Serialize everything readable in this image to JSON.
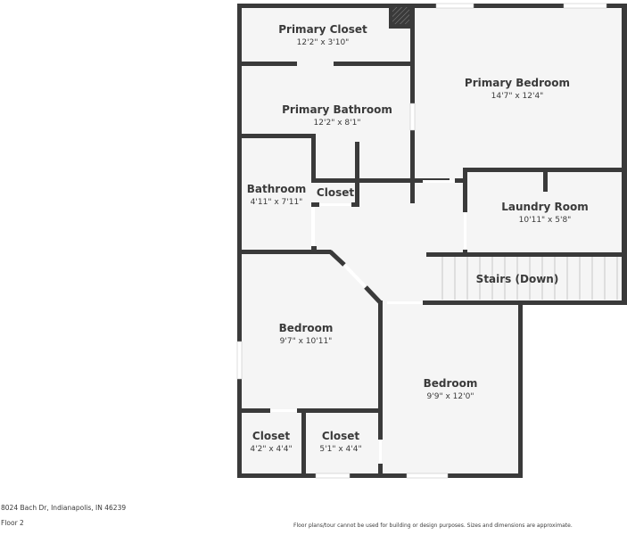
{
  "floorplan": {
    "colors": {
      "wall": "#3a3a3a",
      "floor": "#f5f5f5",
      "window": "#ffffff",
      "stair_line": "#c8c8c8"
    },
    "rooms": [
      {
        "name": "Primary Closet",
        "dims": "12'2\" x 3'10\""
      },
      {
        "name": "Primary Bedroom",
        "dims": "14'7\" x 12'4\""
      },
      {
        "name": "Primary Bathroom",
        "dims": "12'2\" x 8'1\""
      },
      {
        "name": "Bathroom",
        "dims": "4'11\" x 7'11\""
      },
      {
        "name": "Closet",
        "dims": ""
      },
      {
        "name": "Laundry Room",
        "dims": "10'11\" x 5'8\""
      },
      {
        "name": "Stairs (Down)",
        "dims": ""
      },
      {
        "name": "Bedroom",
        "dims": "9'7\" x 10'11\""
      },
      {
        "name": "Bedroom",
        "dims": "9'9\" x 12'0\""
      },
      {
        "name": "Closet",
        "dims": "4'2\" x 4'4\""
      },
      {
        "name": "Closet",
        "dims": "5'1\" x 4'4\""
      }
    ]
  },
  "footer": {
    "address": "8024 Bach Dr, Indianapolis, IN 46239",
    "floor": "Floor 2",
    "disclaimer": "Floor plans/tour cannot be used for building or design purposes. Sizes and dimensions are approximate."
  }
}
